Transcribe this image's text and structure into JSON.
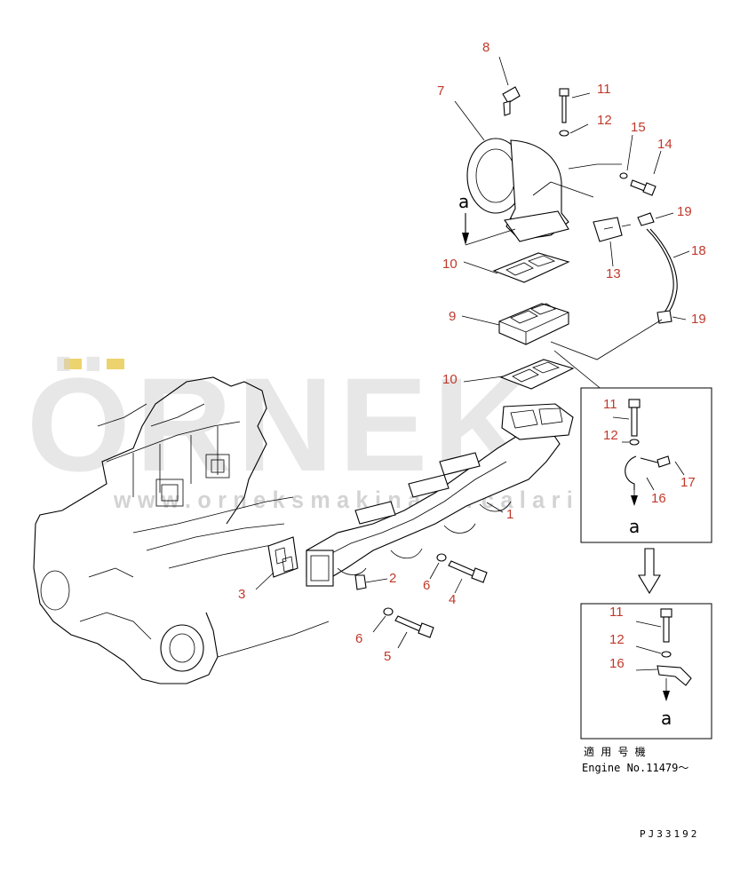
{
  "watermark": {
    "brand": "ÖRNEK",
    "url": "www.orneksmakinaparcalari.com.tr"
  },
  "callouts": {
    "p1": "1",
    "p2": "2",
    "p3": "3",
    "p4": "4",
    "p5": "5",
    "p6a": "6",
    "p6b": "6",
    "p7": "7",
    "p8": "8",
    "p9": "9",
    "p10a": "10",
    "p10b": "10",
    "p11": "11",
    "p12": "12",
    "p13": "13",
    "p14": "14",
    "p15": "15",
    "p18": "18",
    "p19a": "19",
    "p19b": "19"
  },
  "inset_top": {
    "p11": "11",
    "p12": "12",
    "p16": "16",
    "p17": "17",
    "arrow_label": "a"
  },
  "inset_bottom": {
    "p11": "11",
    "p12": "12",
    "p16": "16",
    "arrow_label": "a"
  },
  "main_arrow_label": "a",
  "applicability": {
    "jp": "適 用 号 機",
    "en": "Engine No.11479～"
  },
  "drawing_code": "PJ33192",
  "colors": {
    "callout": "#c0392b",
    "watermark": "#d4d4d4",
    "wm_accent": "#e9c84a"
  }
}
